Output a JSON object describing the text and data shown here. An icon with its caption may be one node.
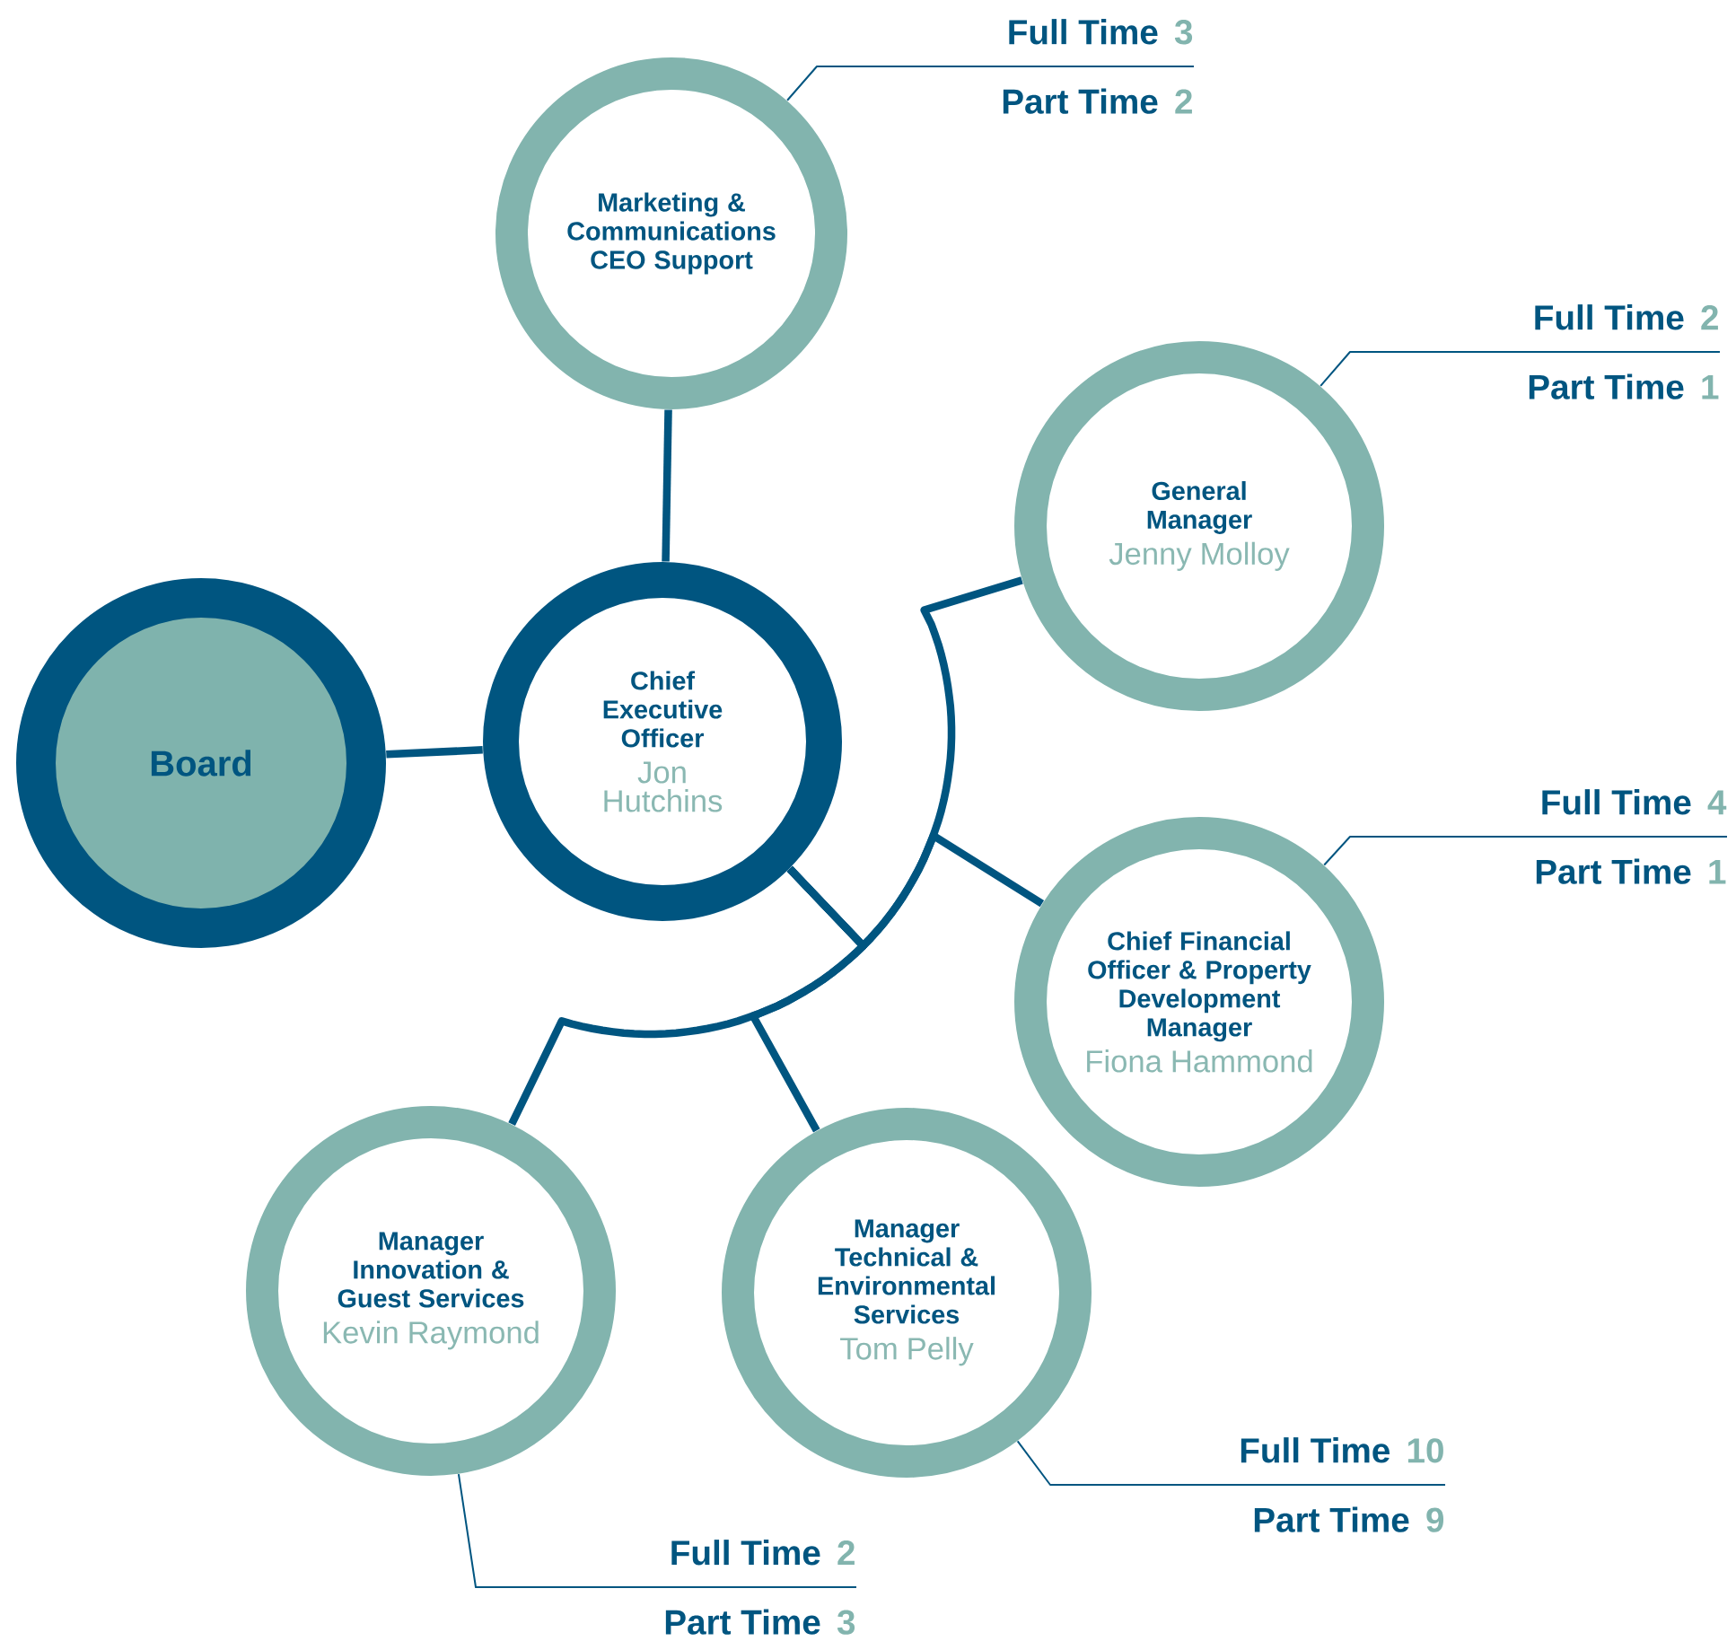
{
  "diagram": {
    "nodes": [
      {
        "text": [
          "Board"
        ]
      },
      {
        "text": [
          "Chief Executive Officer",
          "Jon Hutchins"
        ]
      },
      {
        "text": [
          "Marketing & Communications CEO Support"
        ]
      },
      {
        "text": [
          "General Manager",
          "Jenny Molloy"
        ]
      },
      {
        "text": [
          "Chief Financial Officer & Property Development Manager",
          "Fiona Hammond"
        ]
      },
      {
        "text": [
          "Manager Innovation & Guest Services",
          "Kevin Raymond"
        ]
      },
      {
        "text": [
          "Manager Technical & Environmental Services",
          "Tom Pelly"
        ]
      },
      {
        "text": [
          "Full Time",
          "3",
          "Part Time",
          "2"
        ]
      },
      {
        "text": [
          "Full Time",
          "2",
          "Part Time",
          "1"
        ]
      },
      {
        "text": [
          "Full Time",
          "4",
          "Part Time",
          "1"
        ]
      },
      {
        "text": [
          "Full Time",
          "10",
          "Part Time",
          "9"
        ]
      },
      {
        "text": [
          "Full Time",
          "2",
          "Part Time",
          "3"
        ]
      }
    ],
    "edges": [
      {
        "from": 0,
        "to": 1,
        "arrow": "none"
      },
      {
        "from": 1,
        "to": 2,
        "arrow": "none"
      },
      {
        "from": 1,
        "to": 3,
        "arrow": "none"
      },
      {
        "from": 1,
        "to": 4,
        "arrow": "none"
      },
      {
        "from": 1,
        "to": 5,
        "arrow": "none"
      },
      {
        "from": 1,
        "to": 6,
        "arrow": "none"
      },
      {
        "from": 7,
        "to": 2,
        "arrow": "none"
      },
      {
        "from": 8,
        "to": 3,
        "arrow": "none"
      },
      {
        "from": 9,
        "to": 4,
        "arrow": "none"
      },
      {
        "from": 10,
        "to": 6,
        "arrow": "none"
      },
      {
        "from": 11,
        "to": 5,
        "arrow": "none"
      }
    ]
  }
}
